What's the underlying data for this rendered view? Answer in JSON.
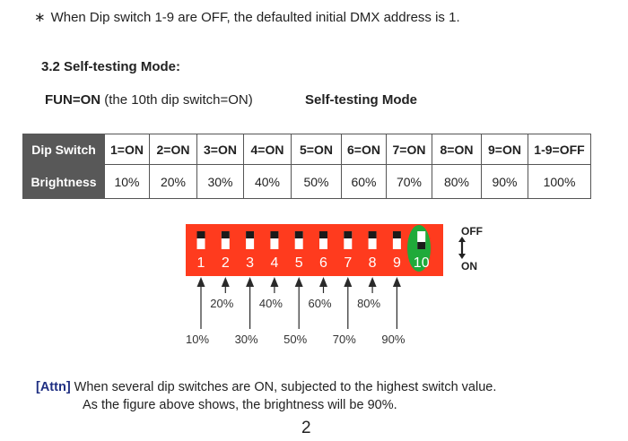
{
  "note": {
    "symbol": "∗",
    "text": "When Dip switch 1-9 are OFF,  the defaulted initial DMX address is 1."
  },
  "section_title": "3.2  Self-testing Mode:",
  "fun_line": {
    "bold": "FUN=ON",
    "rest": " (the 10th dip switch=ON)"
  },
  "mode_label": "Self-testing Mode",
  "table": {
    "row1_header": "Dip Switch",
    "row1": [
      "1=ON",
      "2=ON",
      "3=ON",
      "4=ON",
      "5=ON",
      "6=ON",
      "7=ON",
      "8=ON",
      "9=ON",
      "1-9=OFF"
    ],
    "row2_header": "Brightness",
    "row2": [
      "10%",
      "20%",
      "30%",
      "40%",
      "50%",
      "60%",
      "70%",
      "80%",
      "90%",
      "100%"
    ]
  },
  "dip_diagram": {
    "switch_numbers": [
      "1",
      "2",
      "3",
      "4",
      "5",
      "6",
      "7",
      "8",
      "9",
      "10"
    ],
    "switch_states": [
      "off",
      "off",
      "off",
      "off",
      "off",
      "off",
      "off",
      "off",
      "off",
      "on"
    ],
    "off_label": "OFF",
    "on_label": "ON",
    "arrow_labels": [
      "10%",
      "20%",
      "30%",
      "40%",
      "50%",
      "60%",
      "70%",
      "80%",
      "90%"
    ],
    "colors": {
      "body": "#ff3b1e",
      "highlight": "#1faa3a",
      "arrow": "#2a2a2a"
    }
  },
  "attn": {
    "tag": "[Attn]",
    "line1": " When several dip switches are ON, subjected to the highest switch value.",
    "line2": "As the figure above shows, the brightness will be 90%."
  },
  "page_number": "2"
}
